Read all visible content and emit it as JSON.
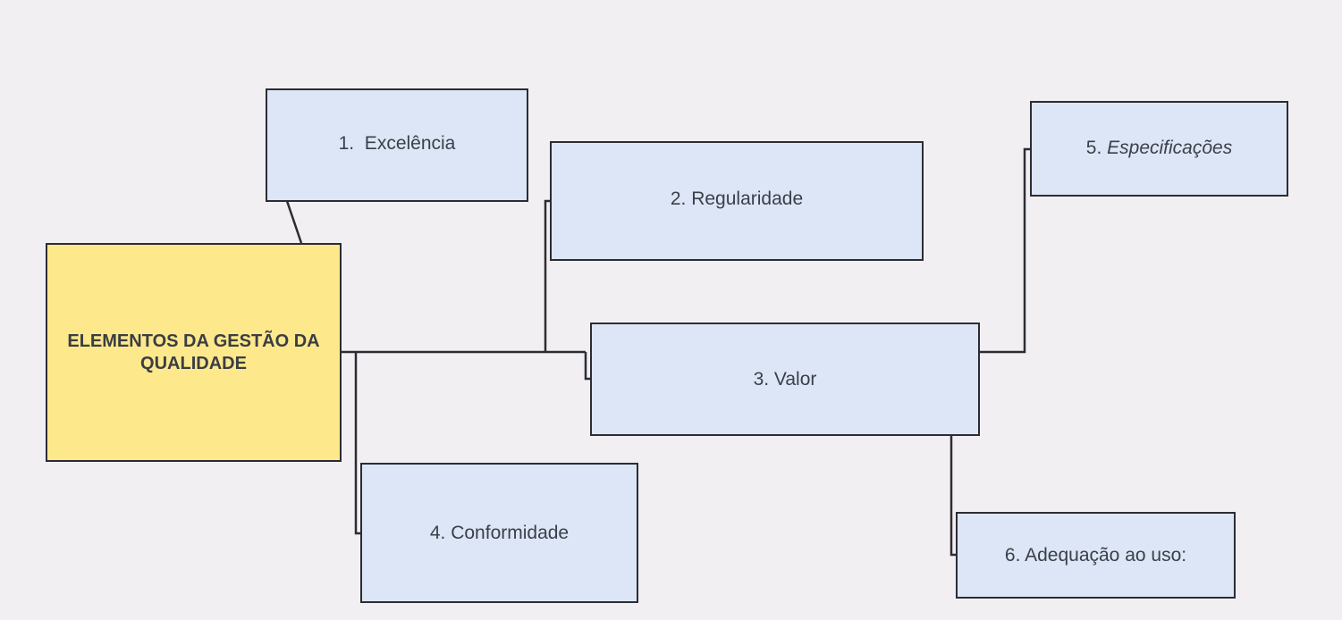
{
  "diagram": {
    "center": {
      "label": "ELEMENTOS DA GESTÃO DA QUALIDADE"
    },
    "nodes": [
      {
        "id": "excelencia",
        "number": "1.",
        "label": "Excelência",
        "display": "1.  Excelência"
      },
      {
        "id": "regularidade",
        "number": "2.",
        "label": "Regularidade",
        "display": "2. Regularidade"
      },
      {
        "id": "valor",
        "number": "3.",
        "label": "Valor",
        "display": "3. Valor"
      },
      {
        "id": "conformidade",
        "number": "4.",
        "label": "Conformidade",
        "display": "4. Conformidade"
      },
      {
        "id": "especificacoes",
        "number": "5.",
        "label": "Especificações",
        "display": "Especificações"
      },
      {
        "id": "adequacao",
        "number": "6.",
        "label": "Adequação ao uso:",
        "display": "6. Adequação ao uso:"
      }
    ],
    "colors": {
      "background": "#f2eff3",
      "center_fill": "#fde98b",
      "node_fill": "#dce6f6",
      "stroke": "#2b2d33"
    }
  }
}
